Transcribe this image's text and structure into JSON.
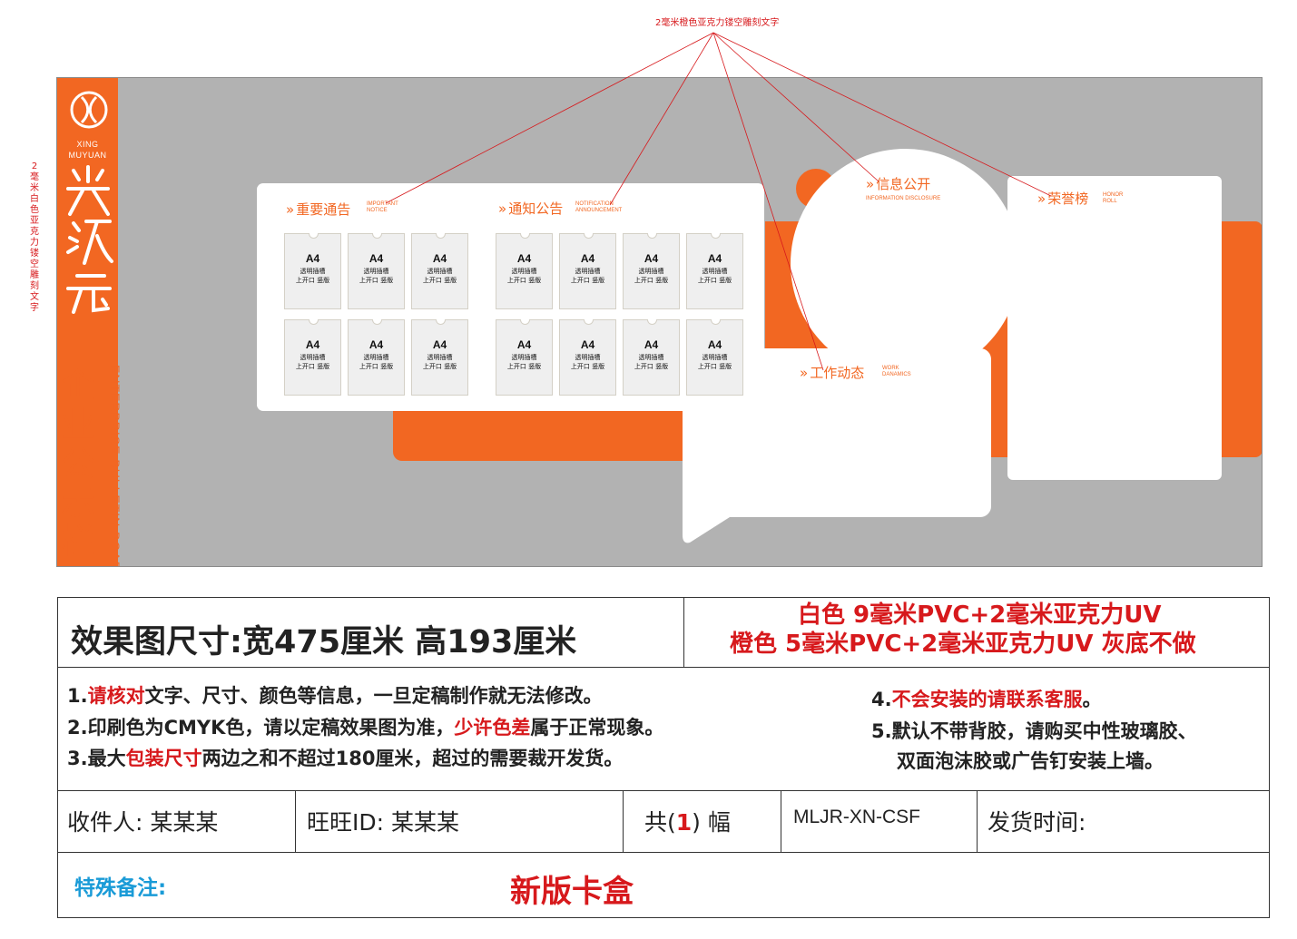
{
  "annotations": {
    "top_note": "2毫米橙色亚克力镂空雕刻文字",
    "left_note": "2毫米白色亚克力镂空雕刻文字"
  },
  "logo": {
    "en_line1": "XING",
    "en_line2": "MUYUAN",
    "cn_text": "兴沐元"
  },
  "board": {
    "title_cn": "企业公示栏",
    "title_en": "ENTERPRISE BULLETIN BOARD",
    "sections": [
      {
        "arrow": "»",
        "title": "重要通告",
        "en": "IMPORTANT\nNOTICE"
      },
      {
        "arrow": "»",
        "title": "通知公告",
        "en": "NOTIFICATION\nANNOUNCEMENT"
      },
      {
        "arrow": "»",
        "title": "信息公开",
        "en": "INFORMATION DISCLOSURE"
      },
      {
        "arrow": "»",
        "title": "荣誉榜",
        "en": "HONOR\nROLL"
      },
      {
        "arrow": "»",
        "title": "工作动态",
        "en": "WORK\nDANAMICS"
      }
    ],
    "pocket": {
      "size": "A4",
      "line1": "透明插槽",
      "line2": "上开口 竖版"
    }
  },
  "spec": {
    "size_label": "效果图尺寸:宽475厘米  高193厘米",
    "material_1": "白色 9毫米PVC+2毫米亚克力UV",
    "material_2": "橙色 5毫米PVC+2毫米亚克力UV  灰底不做"
  },
  "rules": {
    "r1_a": "1.",
    "r1_red": "请核对",
    "r1_b": "文字、尺寸、颜色等信息，一旦定稿制作就无法修改。",
    "r2_a": "2.印刷色为CMYK色，请以定稿效果图为准，",
    "r2_red": "少许色差",
    "r2_b": "属于正常现象。",
    "r3_a": "3.最大",
    "r3_red": "包装尺寸",
    "r3_b": "两边之和不超过180厘米，超过的需要裁开发货。",
    "r4_a": "4.",
    "r4_red": "不会安装的请联系客服",
    "r4_b": "。",
    "r5_line1": "5.默认不带背胶，请购买中性玻璃胶、",
    "r5_line2": "双面泡沫胶或广告钉安装上墙。"
  },
  "order": {
    "recipient": "收件人: 某某某",
    "wangwang": "旺旺ID:  某某某",
    "count_prefix": "共(",
    "count": "1",
    "count_suffix": ")  幅",
    "code": "MLJR-XN-CSF",
    "ship_time": "发货时间:",
    "special_label": "特殊备注:",
    "special_value": "新版卡盒"
  },
  "colors": {
    "orange": "#f26722",
    "gray": "#b2b2b2",
    "red": "#d7191c",
    "blue": "#1a9bd7"
  }
}
